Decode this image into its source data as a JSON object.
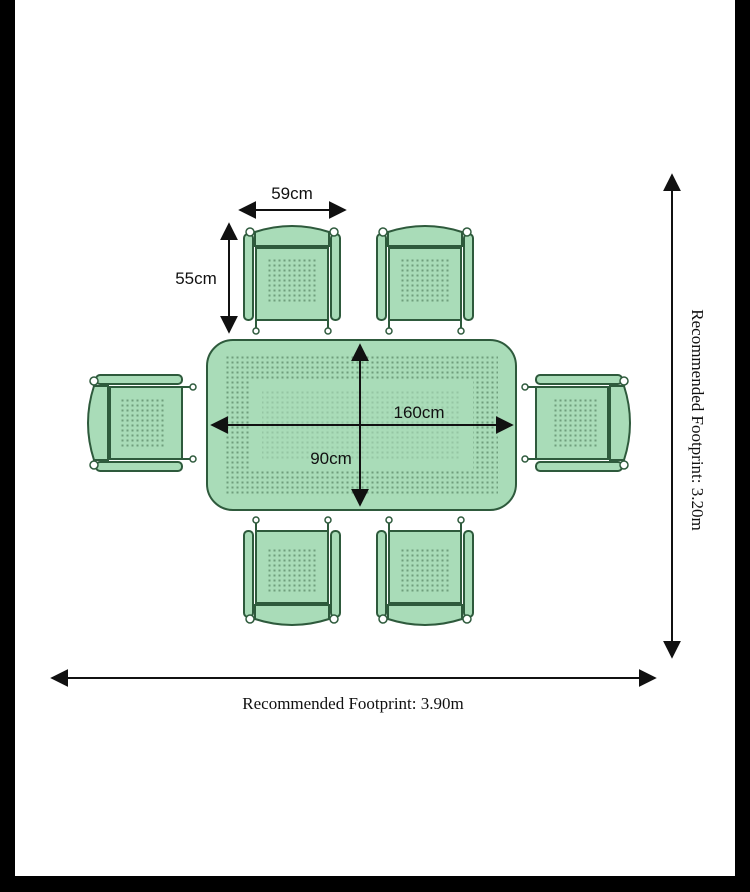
{
  "title": "Dining set dimensions",
  "dimensions": {
    "chair_width": "59cm",
    "chair_depth": "55cm",
    "table_length": "160cm",
    "table_width": "90cm"
  },
  "footprint": {
    "width_label": "Recommended Footprint: 3.90m",
    "depth_label": "Recommended Footprint: 3.20m"
  },
  "colors": {
    "furniture_fill": "#a9dcb8",
    "furniture_stroke": "#2e5a3c",
    "seat_dots": "#6f9e7c"
  }
}
